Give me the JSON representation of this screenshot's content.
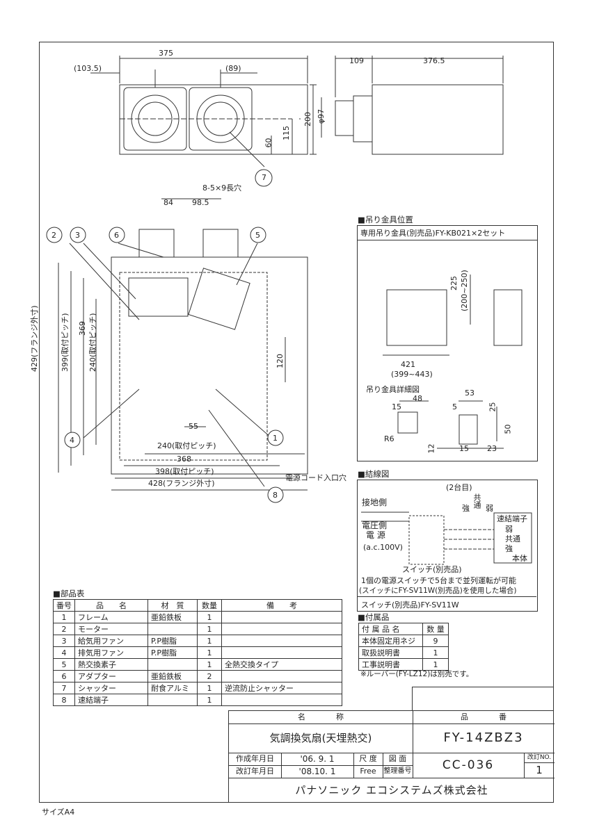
{
  "page_size_label": "サイズA4",
  "top_drawing": {
    "dim_375": "375",
    "dim_103_5": "(103.5)",
    "dim_89": "(89)",
    "dim_109": "109",
    "dim_376_5": "376.5",
    "dim_200": "200",
    "dim_115": "115",
    "dim_60": "60",
    "dim_phi97": "φ97",
    "callout_7": "7"
  },
  "main_drawing": {
    "hole_label": "8-5×9長穴",
    "dim_84": "84",
    "dim_98_5": "98.5",
    "dim_429": "429(フランジ外寸)",
    "dim_399": "399(取付ピッチ)",
    "dim_369": "369",
    "dim_240v": "240(取付ピッチ)",
    "dim_120": "120",
    "dim_55": "55",
    "dim_240h": "240(取付ピッチ)",
    "dim_368": "368",
    "dim_398": "398(取付ピッチ)",
    "dim_428": "428(フランジ外寸)",
    "cord_hole": "電源コード入口穴",
    "callouts": [
      "1",
      "2",
      "3",
      "4",
      "5",
      "6",
      "8"
    ]
  },
  "hanger": {
    "title": "■吊り金具位置",
    "subtitle": "専用吊り金具(別売品)FY-KB021×2セット",
    "dim_225": "225",
    "dim_200_250": "(200~250)",
    "dim_421": "421",
    "dim_399_443": "(399~443)",
    "detail_title": "吊り金具詳細図",
    "dim_48": "48",
    "dim_15a": "15",
    "dim_53": "53",
    "dim_5": "5",
    "dim_25": "25",
    "dim_50": "50",
    "dim_r6": "R6",
    "dim_12": "12",
    "dim_15b": "15",
    "dim_23": "23"
  },
  "wiring": {
    "title": "■結線図",
    "units_label": "(2台目)",
    "ground": "接地側",
    "voltage": "電圧側",
    "power": "電 源",
    "ac": "(a.c.100V)",
    "strong": "強",
    "common": "共通",
    "weak": "弱",
    "terminal": "速結端子",
    "t_weak": "弱",
    "t_common": "共通",
    "t_strong": "強",
    "body": "本体",
    "switch_label": "スイッチ(別売品)",
    "note1": "1個の電源スイッチで5台まで並列運転が可能",
    "note2": "(スイッチにFY-SV11W(別売品)を使用した場合)",
    "switch_model": "スイッチ(別売品)FY-SV11W"
  },
  "accessories": {
    "title": "■付属品",
    "headers": [
      "付 属 品 名",
      "数 量"
    ],
    "rows": [
      [
        "本体固定用ネジ",
        "9"
      ],
      [
        "取扱説明書",
        "1"
      ],
      [
        "工事説明書",
        "1"
      ]
    ],
    "note": "※ルーバー(FY-LZ12)は別売です。"
  },
  "parts": {
    "title": "■部品表",
    "headers": [
      "番号",
      "品　　名",
      "材　質",
      "数量",
      "備　　考"
    ],
    "rows": [
      [
        "1",
        "フレーム",
        "亜鉛鉄板",
        "1",
        ""
      ],
      [
        "2",
        "モーター",
        "",
        "1",
        ""
      ],
      [
        "3",
        "給気用ファン",
        "P.P樹脂",
        "1",
        ""
      ],
      [
        "4",
        "排気用ファン",
        "P.P樹脂",
        "1",
        ""
      ],
      [
        "5",
        "熱交換素子",
        "",
        "1",
        "全熱交換タイプ"
      ],
      [
        "6",
        "アダプター",
        "亜鉛鉄板",
        "2",
        ""
      ],
      [
        "7",
        "シャッター",
        "耐食アルミ",
        "1",
        "逆流防止シャッター"
      ],
      [
        "8",
        "速結端子",
        "",
        "1",
        ""
      ]
    ]
  },
  "title_block": {
    "name_header": "名　　　　称",
    "partno_header": "品　　　　番",
    "product_name": "気調換気扇(天埋熱交)",
    "product_code": "FY-14ZBZ3",
    "created_label": "作成年月日",
    "created_date": "'06. 9. 1",
    "scale_label": "尺 度",
    "drawing_label": "図 面",
    "revised_label": "改訂年月日",
    "revised_date": "'08.10. 1",
    "scale_value": "Free",
    "ref_label": "整理番号",
    "drawing_no": "CC-036",
    "rev_label": "改訂NO.",
    "rev_no": "1",
    "company": "パナソニック エコシステムズ株式会社"
  }
}
